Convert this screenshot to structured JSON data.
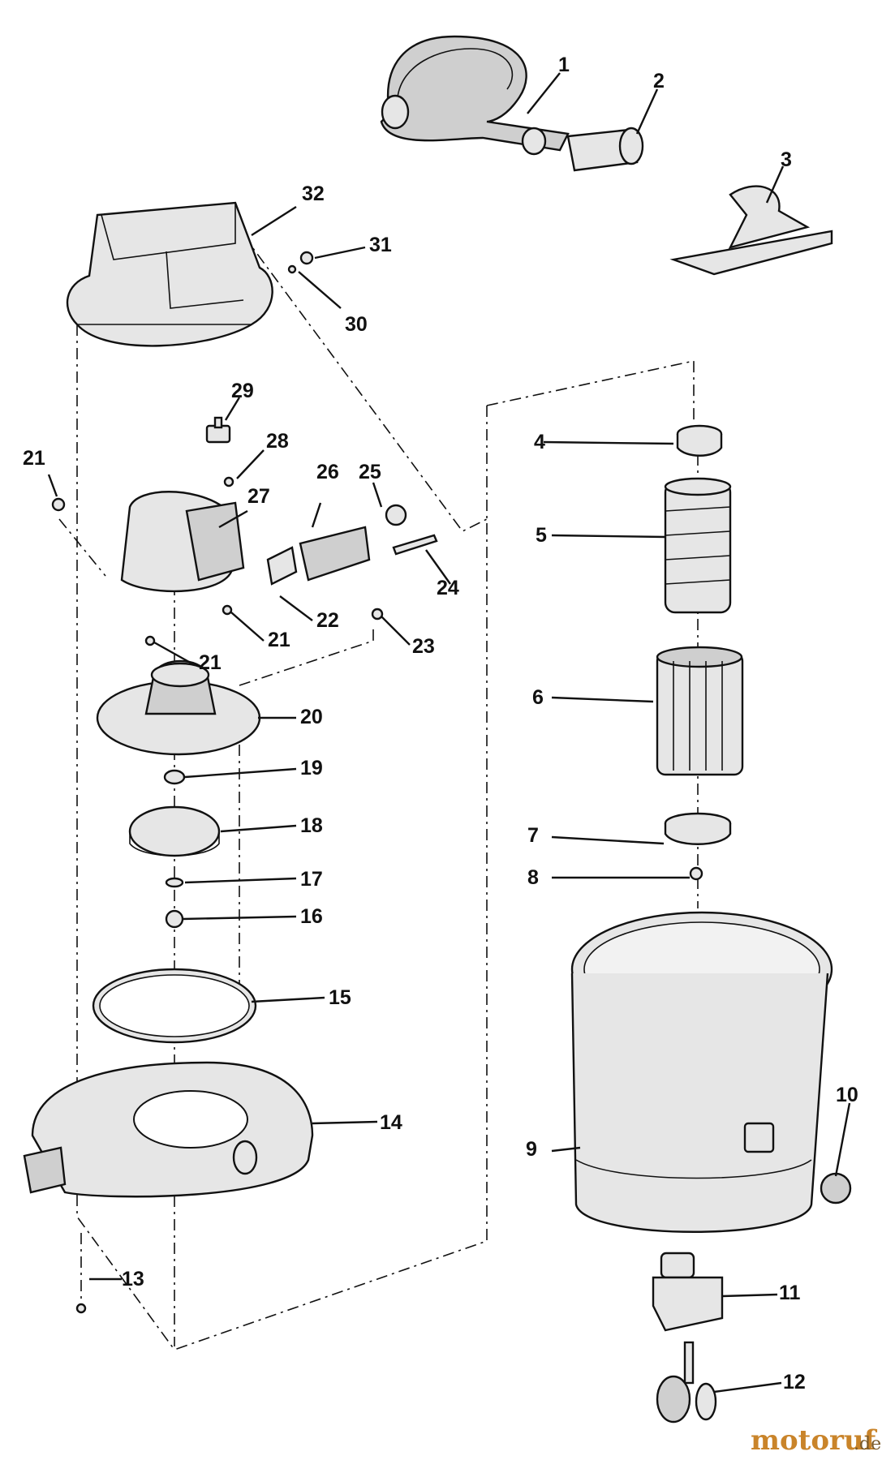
{
  "labels": [
    "1",
    "2",
    "3",
    "4",
    "5",
    "6",
    "7",
    "8",
    "9",
    "10",
    "11",
    "12",
    "13",
    "14",
    "15",
    "16",
    "17",
    "18",
    "19",
    "20",
    "21",
    "21",
    "21",
    "22",
    "23",
    "24",
    "25",
    "26",
    "27",
    "28",
    "29",
    "30",
    "31",
    "32"
  ],
  "watermark": {
    "main": "motoruf",
    "suffix": ".de"
  },
  "colors": {
    "ink": "#111111",
    "part_fill": "#e6e6e6",
    "watermark": "#c9842a"
  }
}
